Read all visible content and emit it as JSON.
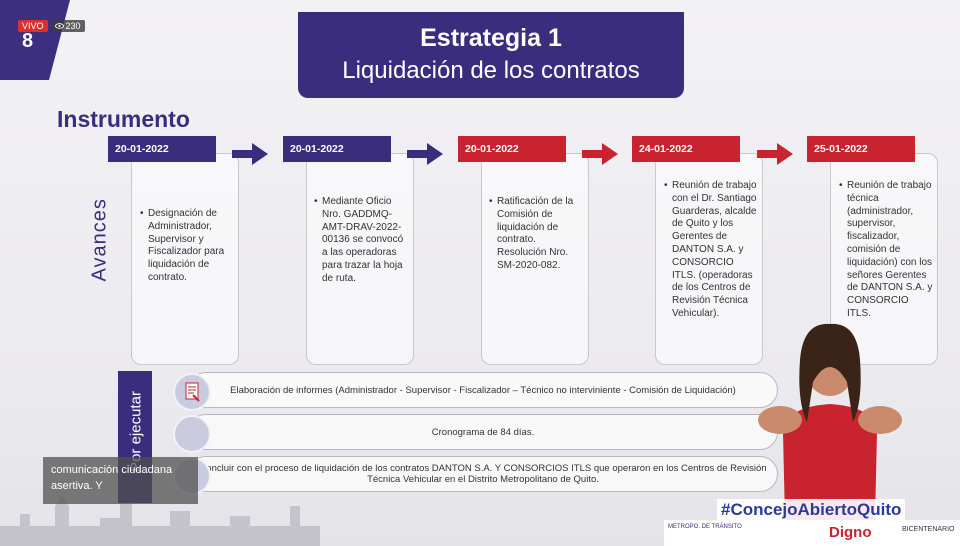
{
  "live": {
    "badge": "VIVO",
    "viewers": "230"
  },
  "corner_number": "8",
  "title": {
    "line1": "Estrategia 1",
    "line2": "Liquidación de los contratos"
  },
  "section_label": "Instrumento",
  "avances_label": "Avances",
  "por_ejecutar_label": "Por ejecutar",
  "steps": [
    {
      "date": "20-01-2022",
      "color": "#3b2d7e",
      "text": "Designación de Administrador, Supervisor y Fiscalizador para liquidación de contrato."
    },
    {
      "date": "20-01-2022",
      "color": "#3b2d7e",
      "text": "Mediante Oficio Nro. GADDMQ-AMT-DRAV-2022-00136 se convocó a las operadoras para trazar la hoja de ruta."
    },
    {
      "date": "20-01-2022",
      "color": "#c8232e",
      "text": "Ratificación de la Comisión de liquidación de contrato. Resolución Nro. SM-2020-082."
    },
    {
      "date": "24-01-2022",
      "color": "#c8232e",
      "text": "Reunión de trabajo con el Dr. Santiago Guarderas, alcalde de Quito y los Gerentes de DANTON S.A. y CONSORCIO ITLS. (operadoras de los Centros de Revisión Técnica Vehicular)."
    },
    {
      "date": "25-01-2022",
      "color": "#c8232e",
      "text": "Reunión de trabajo técnica (administrador, supervisor, fiscalizador, comisión de liquidación) con los señores Gerentes de DANTON S.A. y CONSORCIO ITLS."
    }
  ],
  "pending": [
    "Elaboración de informes (Administrador - Supervisor - Fiscalizador – Técnico no interviniente - Comisión de Liquidación)",
    "Cronograma de 84 días.",
    "Concluir con el proceso de liquidación de los contratos DANTON S.A. Y CONSORCIOS ITLS que operaron en los Centros de Revisión Técnica Vehicular en el Distrito Metropolitano de Quito."
  ],
  "caption": "comunicación ciudadana asertiva. Y",
  "hashtag": "#ConcejoAbiertoQuito",
  "logos": {
    "amt": "METROPO. DE TRÁNSITO",
    "digno": "Digno",
    "bicentenario": "BICENTENARIO"
  },
  "icons": [
    "eye-icon",
    "arrow-right-icon",
    "report-icon"
  ]
}
